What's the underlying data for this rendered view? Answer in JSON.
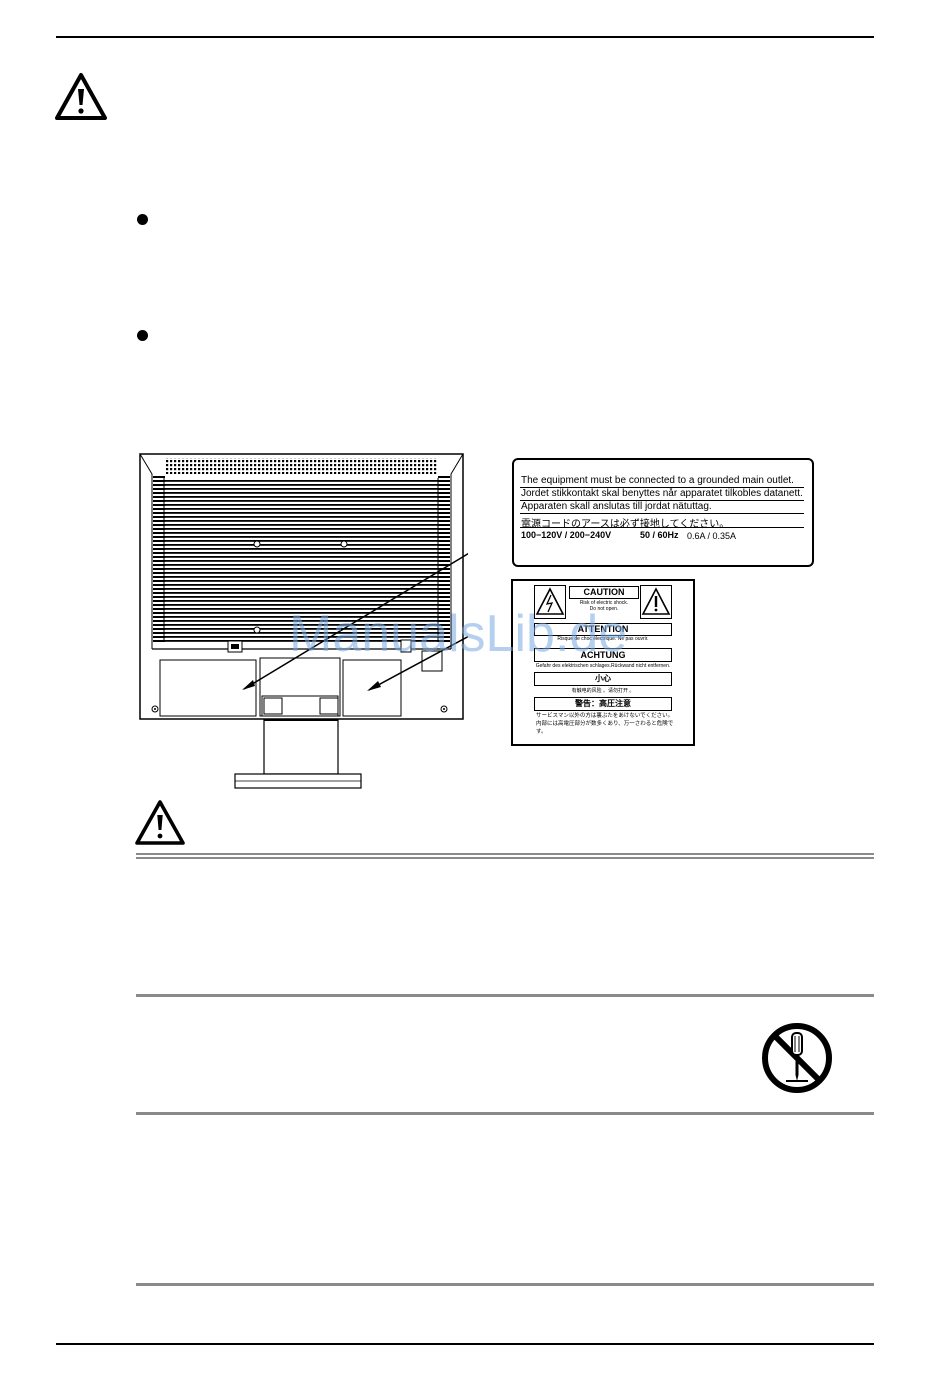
{
  "label_rating": {
    "lines": [
      "The equipment must be connected to a grounded main outlet.",
      "Jordet stikkontakt skal benyttes når apparatet tilkobles datanett.",
      "Apparaten skall anslutas till jordat nätuttag.",
      "電源コードのアースは必ず接地してください。"
    ],
    "voltage": "100−120V / 200−240V",
    "frequency": "50 / 60Hz",
    "current": "0.6A / 0.35A"
  },
  "label_warning": {
    "caution": "CAUTION",
    "caution_sub1": "Risk of electric shock.",
    "caution_sub2": "Do not open.",
    "attention": "ATTENTION",
    "attention_sub": "Risque de choc électrique. Ne pas ouvrir.",
    "achtung": "ACHTUNG",
    "achtung_sub": "Gefahr des elektrischen schlages.Rückwand nicht entfernen.",
    "cn": "小心",
    "cn_sub": "有触电的风险 。请勿打开 。",
    "jp": "警告：高圧注意",
    "jp_sub": "サービスマン以外の方は裏ぶたをあけないでください。内部には高電圧部分が数多くあり、万一さわると危険です。"
  },
  "watermark": "ManualsLib.de"
}
